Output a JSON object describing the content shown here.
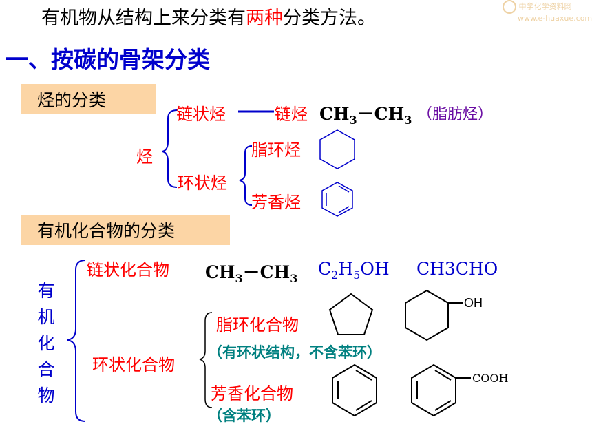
{
  "watermark": {
    "name": "中学化学资料网",
    "url": "www.e-huaxue.com"
  },
  "intro": {
    "pre": "有机物从结构上来分类有",
    "highlight": "两种",
    "post": "分类方法。"
  },
  "heading": "一、按碳的骨架分类",
  "hydrocarbon": {
    "box_label": "烃的分类",
    "root": "烃",
    "chain_label": "链状烃",
    "chain_sub_label": "链烃",
    "chain_formula_a": "CH",
    "chain_formula_b": "－CH",
    "sub3": "3",
    "chain_note": "（脂肪烃）",
    "cyclic_label": "环状烃",
    "alicyclic_label": "脂环烃",
    "aromatic_label": "芳香烃"
  },
  "organic": {
    "box_label": "有机化合物的分类",
    "root_chars": [
      "有",
      "机",
      "化",
      "合",
      "物"
    ],
    "chain_label": "链状化合物",
    "ex1_a": "CH",
    "ex1_b": "－CH",
    "sub3": "3",
    "ex2_a": "C",
    "ex2_s1": "2",
    "ex2_b": "H",
    "ex2_s2": "5",
    "ex2_c": "OH",
    "ex3": "CH3CHO",
    "cyclic_label": "环状化合物",
    "alicyclic_label": "脂环化合物",
    "alicyclic_note": "（有环状结构，不含苯环）",
    "aromatic_label": "芳香化合物",
    "aromatic_note": "（含苯环）",
    "oh_label": "OH",
    "cooh_label": "COOH"
  },
  "colors": {
    "red": "#ff0000",
    "blue": "#0000cc",
    "box": "#fcd5a5",
    "teal": "#008080",
    "purple": "#6a0da3"
  }
}
